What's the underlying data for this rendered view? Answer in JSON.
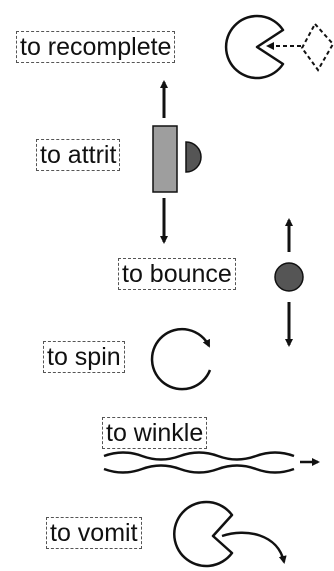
{
  "colors": {
    "ink": "#111111",
    "fill_grey": "#9e9e9e",
    "fill_dark": "#555555",
    "dash": "#555555"
  },
  "labels": {
    "recomplete": "to recomplete",
    "attrit": "to attrit",
    "bounce": "to bounce",
    "spin": "to spin",
    "winkle": "to winkle",
    "vomit": "to vomit"
  }
}
